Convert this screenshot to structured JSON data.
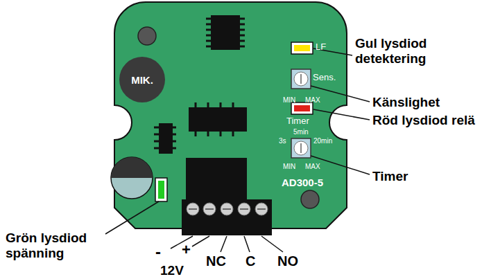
{
  "diagram": {
    "nodes": [
      {
        "text": [
          "MIK."
        ]
      }
    ],
    "labels": [
      "LF",
      "Sens.",
      "MIN",
      "MAX",
      "Timer",
      "5min",
      "3s",
      "20min",
      "MIN",
      "MAX",
      "AD300-5",
      "Gul lysdiod detektering",
      "Känslighet",
      "Röd lysdiod relä",
      "Timer",
      "Grön lysdiod spänning",
      "-",
      "+",
      "NC",
      "C",
      "NO",
      "12V"
    ]
  }
}
